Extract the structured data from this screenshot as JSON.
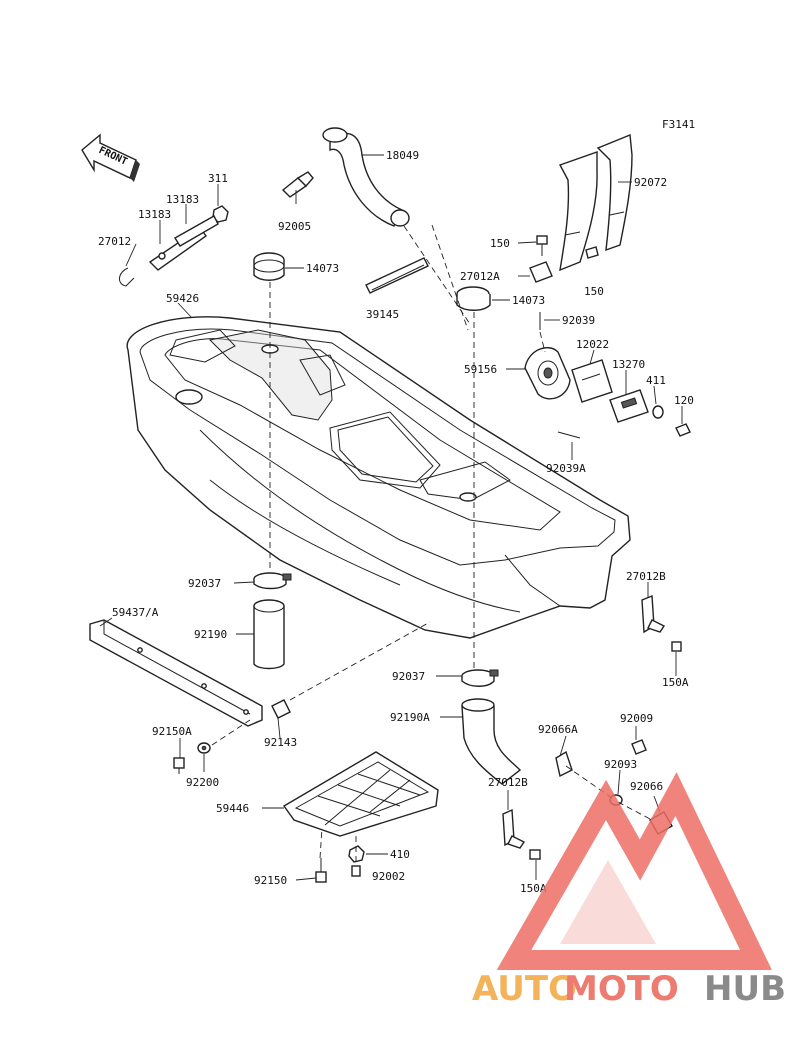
{
  "figure_code": "F3141",
  "front_label": "FRONT",
  "labels": {
    "l_18049": "18049",
    "l_92005": "92005",
    "l_311": "311",
    "l_13183a": "13183",
    "l_13183b": "13183",
    "l_27012": "27012",
    "l_14073a": "14073",
    "l_59426": "59426",
    "l_39145": "39145",
    "l_92072": "92072",
    "l_150a": "150",
    "l_27012A": "27012A",
    "l_150b": "150",
    "l_14073b": "14073",
    "l_92039": "92039",
    "l_12022": "12022",
    "l_59156": "59156",
    "l_13270": "13270",
    "l_411": "411",
    "l_120": "120",
    "l_92039A": "92039A",
    "l_27012B_a": "27012B",
    "l_150A_a": "150A",
    "l_92037a": "92037",
    "l_92190": "92190",
    "l_59437A": "59437/A",
    "l_92037b": "92037",
    "l_92190A": "92190A",
    "l_92143": "92143",
    "l_92150A": "92150A",
    "l_92200": "92200",
    "l_92066A": "92066A",
    "l_92009": "92009",
    "l_92093": "92093",
    "l_92066": "92066",
    "l_27012B_b": "27012B",
    "l_59446": "59446",
    "l_410": "410",
    "l_92150": "92150",
    "l_92002": "92002",
    "l_150A_b": "150A"
  },
  "watermark": {
    "part1": "AUTO",
    "part2": "MOTO",
    "part3": "HUB",
    "colors": {
      "auto": "#f3b35a",
      "moto": "#ee7b70",
      "hub": "#8a8a8a",
      "logo": "#ee6f66"
    }
  }
}
